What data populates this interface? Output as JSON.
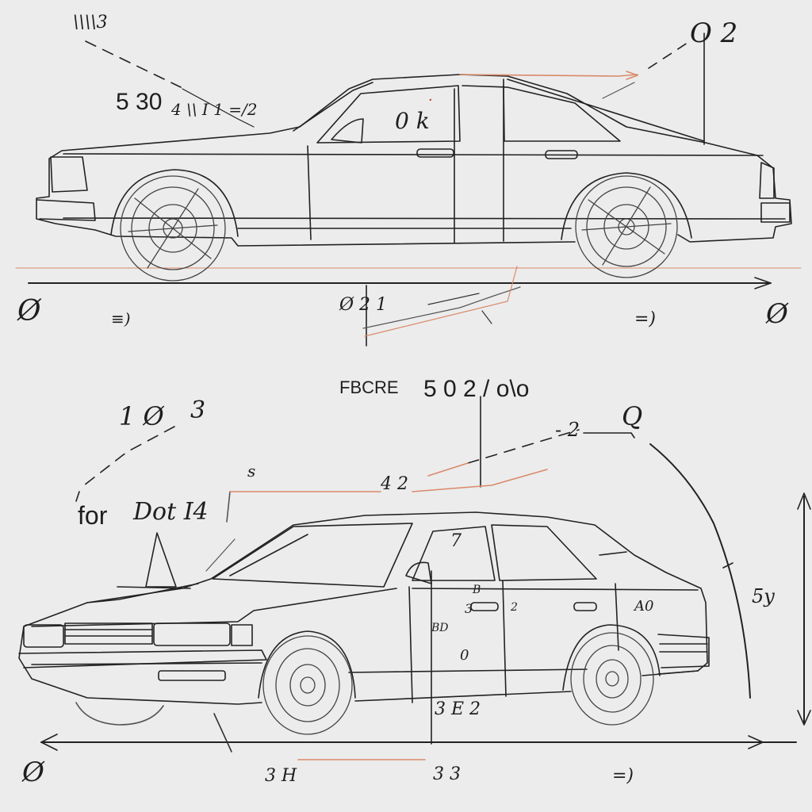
{
  "colors": {
    "paper": "#ececec",
    "ink": "#222222",
    "pencil": "#555555",
    "red_pencil": "#d98a6a",
    "red_mark": "#b8332a"
  },
  "top_view": {
    "labels": {
      "tl_mark": "\\\\\\\\3",
      "heading_num": "5 30",
      "heading_scribble": "4 \\\\ I 1 =/2",
      "tr_mark": "O 2",
      "cabin_mark": "0 k",
      "left_glyph": "Ø",
      "left_dim": "≡)",
      "center_dim": "Ø 2 1",
      "right_dim": "=)",
      "right_glyph": "Ø"
    }
  },
  "bottom_view": {
    "labels": {
      "title_word": "FBCRE",
      "title_num": "5 0 2 / o\\o",
      "upper_mark": "1 Ø",
      "upper_num": "3",
      "small_s": "s",
      "mid_mark": "4 2",
      "dash_num": "- 2",
      "right_loop": "Q",
      "for_text": "for",
      "for_mark": "Dot I4",
      "pillar_num": "7",
      "panel_b": "B",
      "door_num": "3",
      "door_num2": "2",
      "panel_ao": "A0",
      "panel_bd": "BD",
      "handle_mark": "0",
      "side_dim": "5y",
      "rocker_mark": "3 E 2",
      "left_glyph": "Ø",
      "bottom_left_dim": "3 H",
      "bottom_center_dim": "3 3",
      "bottom_right_dim": "=)"
    }
  }
}
